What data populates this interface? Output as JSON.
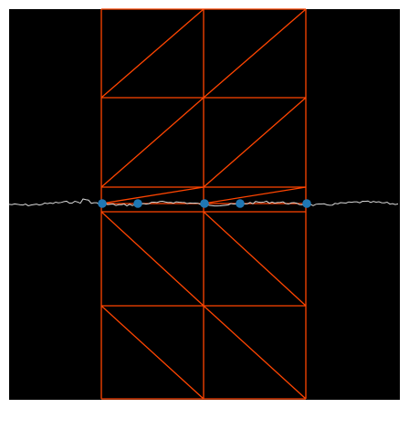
{
  "colors": {
    "background": "#000000",
    "frame": "#ffffff",
    "mesh": "#ff4500",
    "nodes": "#1f77b4",
    "profile": "#d9d9d9"
  },
  "mesh": {
    "columns": 2,
    "upper_rows": 3,
    "lower_rows": 2,
    "node_count": 5
  }
}
